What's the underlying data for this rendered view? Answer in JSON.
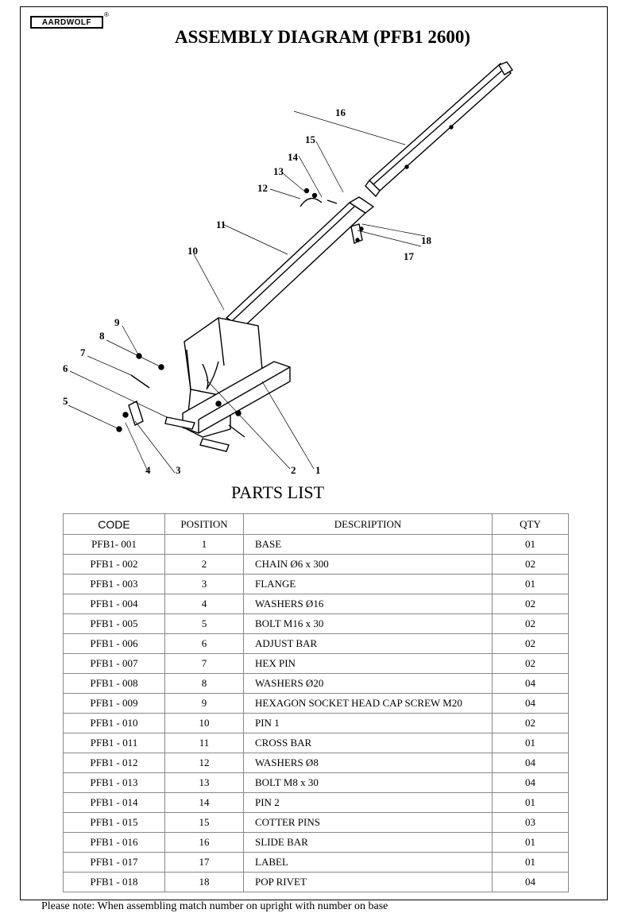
{
  "header": {
    "logo_text": "AARDWOLF",
    "registered_mark": "®",
    "title": "ASSEMBLY DIAGRAM (PFB1 2600)"
  },
  "diagram": {
    "callouts": [
      "1",
      "2",
      "3",
      "4",
      "5",
      "6",
      "7",
      "8",
      "9",
      "10",
      "11",
      "12",
      "13",
      "14",
      "15",
      "16",
      "17",
      "18"
    ]
  },
  "parts_list": {
    "title": "PARTS LIST",
    "columns": [
      "CODE",
      "POSITION",
      "DESCRIPTION",
      "QTY"
    ],
    "rows": [
      {
        "code": "PFB1- 001",
        "position": "1",
        "description": "BASE",
        "qty": "01"
      },
      {
        "code": "PFB1 - 002",
        "position": "2",
        "description": "CHAIN Ø6 x 300",
        "qty": "02"
      },
      {
        "code": "PFB1 - 003",
        "position": "3",
        "description": "FLANGE",
        "qty": "01"
      },
      {
        "code": "PFB1 - 004",
        "position": "4",
        "description": "WASHERS Ø16",
        "qty": "02"
      },
      {
        "code": "PFB1 - 005",
        "position": "5",
        "description": "BOLT M16 x 30",
        "qty": "02"
      },
      {
        "code": "PFB1 - 006",
        "position": "6",
        "description": "ADJUST BAR",
        "qty": "02"
      },
      {
        "code": "PFB1 - 007",
        "position": "7",
        "description": "HEX PIN",
        "qty": "02"
      },
      {
        "code": "PFB1 - 008",
        "position": "8",
        "description": "WASHERS Ø20",
        "qty": "04"
      },
      {
        "code": "PFB1 - 009",
        "position": "9",
        "description": "HEXAGON SOCKET HEAD CAP SCREW M20",
        "qty": "04"
      },
      {
        "code": "PFB1 - 010",
        "position": "10",
        "description": "PIN 1",
        "qty": "02"
      },
      {
        "code": "PFB1 - 011",
        "position": "11",
        "description": "CROSS BAR",
        "qty": "01"
      },
      {
        "code": "PFB1 - 012",
        "position": "12",
        "description": "WASHERS Ø8",
        "qty": "04"
      },
      {
        "code": "PFB1 - 013",
        "position": "13",
        "description": "BOLT M8 x 30",
        "qty": "04"
      },
      {
        "code": "PFB1 - 014",
        "position": "14",
        "description": "PIN 2",
        "qty": "01"
      },
      {
        "code": "PFB1 - 015",
        "position": "15",
        "description": "COTTER PINS",
        "qty": "03"
      },
      {
        "code": "PFB1 - 016",
        "position": "16",
        "description": "SLIDE BAR",
        "qty": "01"
      },
      {
        "code": "PFB1 - 017",
        "position": "17",
        "description": "LABEL",
        "qty": "01"
      },
      {
        "code": "PFB1 - 018",
        "position": "18",
        "description": "POP RIVET",
        "qty": "04"
      }
    ]
  },
  "footer": {
    "note": "Please note: When assembling match number on upright with number on base"
  }
}
